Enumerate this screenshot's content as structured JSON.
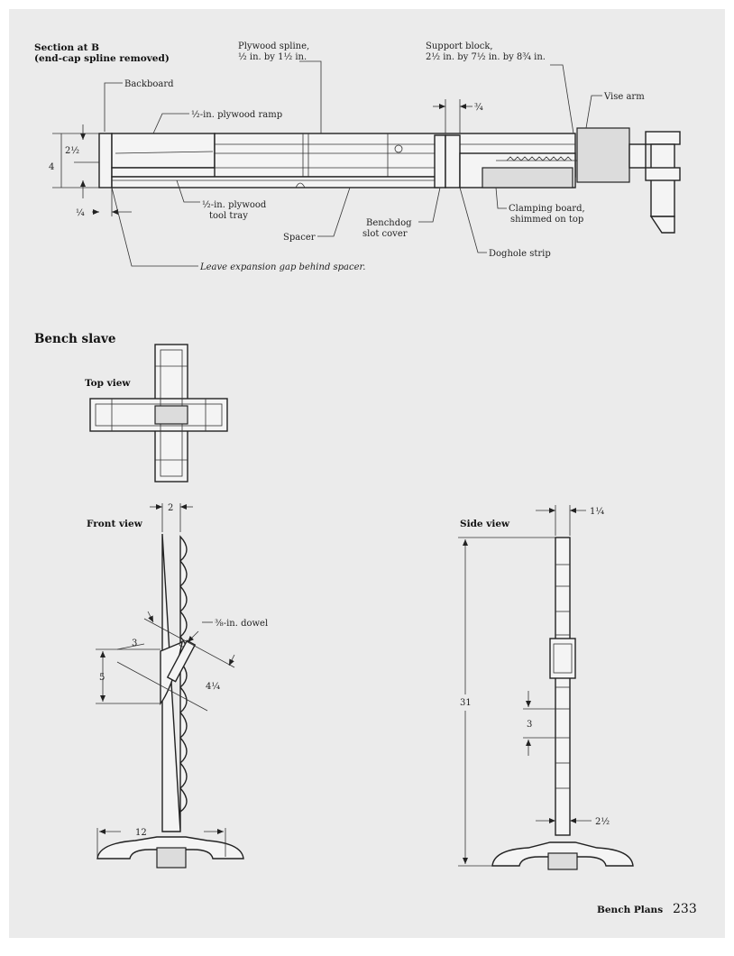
{
  "section": {
    "title_line1": "Section at B",
    "title_line2": "(end-cap spline removed)",
    "labels": {
      "backboard": "Backboard",
      "plywood_ramp": "½-in. plywood ramp",
      "plywood_spline_1": "Plywood spline,",
      "plywood_spline_2": "½ in. by 1½ in.",
      "support_block_1": "Support block,",
      "support_block_2": "2½ in. by 7½ in. by 8¾ in.",
      "vise_arm": "Vise arm",
      "tool_tray_1": "½-in. plywood",
      "tool_tray_2": "tool tray",
      "spacer": "Spacer",
      "benchdog_1": "Benchdog",
      "benchdog_2": "slot cover",
      "clamping_1": "Clamping board,",
      "clamping_2": "shimmed on top",
      "doghole": "Doghole strip",
      "expansion_gap": "Leave expansion gap behind spacer."
    },
    "dims": {
      "d_34": "¾",
      "d_212": "2½",
      "d_4": "4",
      "d_14": "¼"
    }
  },
  "bench_slave": {
    "title": "Bench slave",
    "top_view": "Top view",
    "front_view": "Front view",
    "side_view": "Side view",
    "dowel": "⅜-in. dowel",
    "front_dims": {
      "d_2": "2",
      "d_3": "3",
      "d_5": "5",
      "d_414": "4¼",
      "d_12": "12"
    },
    "side_dims": {
      "d_114": "1¼",
      "d_31": "31",
      "d_3": "3",
      "d_212": "2½"
    }
  },
  "footer": {
    "section_name": "Bench Plans",
    "page_number": "233"
  }
}
